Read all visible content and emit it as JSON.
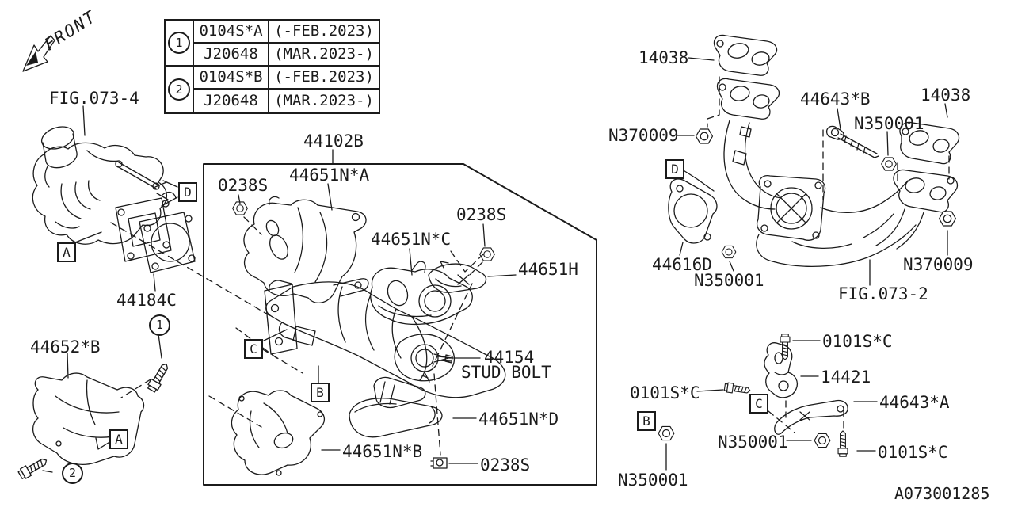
{
  "front_label": "FRONT",
  "diagram_id": "A073001285",
  "figures": {
    "fig_073_4": "FIG.073-4",
    "fig_073_2": "FIG.073-2"
  },
  "callout_table": {
    "groups": [
      {
        "callout": "1",
        "rows": [
          {
            "part": "0104S*A",
            "range": "(-FEB.2023)"
          },
          {
            "part": "J20648",
            "range": "(MAR.2023-)"
          }
        ]
      },
      {
        "callout": "2",
        "rows": [
          {
            "part": "0104S*B",
            "range": "(-FEB.2023)"
          },
          {
            "part": "J20648",
            "range": "(MAR.2023-)"
          }
        ]
      }
    ]
  },
  "section_boxes": {
    "a": "A",
    "b": "B",
    "c": "C",
    "d": "D"
  },
  "callouts": {
    "n1": "1",
    "n2": "2"
  },
  "parts": {
    "p44102b": "44102B",
    "p0238s": "0238S",
    "p44651na": "44651N*A",
    "p44651nc": "44651N*C",
    "p44651h": "44651H",
    "p44154": "44154",
    "p44154_sub": "STUD BOLT",
    "p44651nd": "44651N*D",
    "p44651nb": "44651N*B",
    "p44184c": "44184C",
    "p44652b": "44652*B",
    "p14038": "14038",
    "p44643b": "44643*B",
    "p44643a": "44643*A",
    "pn350001": "N350001",
    "pn370009": "N370009",
    "p44616d": "44616D",
    "p0101sc": "0101S*C",
    "p14421": "14421"
  }
}
